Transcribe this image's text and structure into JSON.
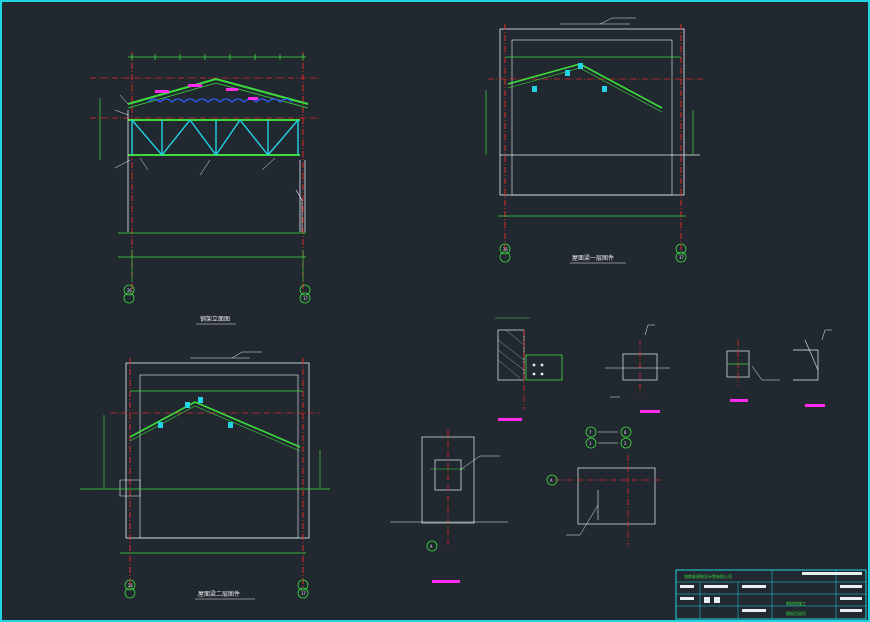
{
  "drawing": {
    "views": [
      {
        "title": "钢架立面图"
      },
      {
        "title": "屋面梁一层图件"
      },
      {
        "title": "屋面梁二层图件"
      }
    ],
    "axis_labels": {
      "view1": [
        "26",
        "17"
      ],
      "view2": [
        "26",
        "17"
      ],
      "view3": [
        "26",
        "17"
      ]
    },
    "detail_marks": {
      "a": "A",
      "b": "A",
      "row1": [
        "7",
        "6"
      ],
      "row2": [
        "1",
        "2"
      ]
    },
    "title_block": {
      "company": "湖南省建筑设计院有限公司",
      "drawing_name": "钢结构施工",
      "sheet": "图纸目录页"
    }
  },
  "colors": {
    "background": "#212830",
    "frame": "#1fd6e0",
    "green": "#3ddc3d",
    "red": "#e02a2a",
    "white": "#e9eef2",
    "magenta": "#ff2cf0",
    "cyan": "#22d3e6",
    "blue": "#3060ff"
  }
}
